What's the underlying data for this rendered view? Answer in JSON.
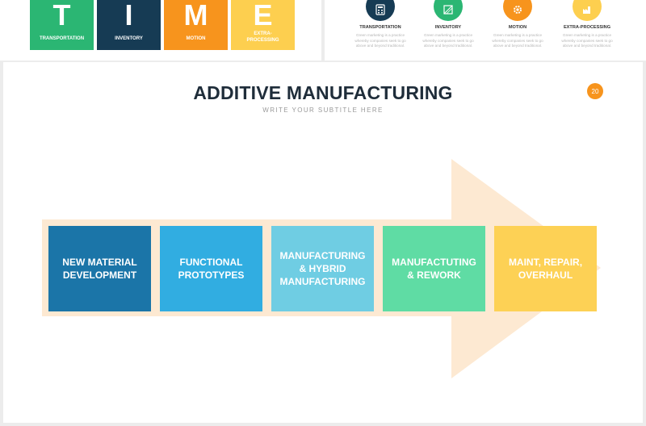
{
  "top_left": {
    "tiles": [
      {
        "letter": "T",
        "label": "TRANSPORTATION",
        "color": "#2bb673"
      },
      {
        "letter": "I",
        "label": "INVENTORY",
        "color": "#163b54"
      },
      {
        "letter": "M",
        "label": "MOTION",
        "color": "#f7941d"
      },
      {
        "letter": "E",
        "label": "EXTRA-\nPROCESSING",
        "color": "#fdcf4f"
      }
    ]
  },
  "top_right": {
    "features": [
      {
        "title": "TRANSPORTATION",
        "icon": "calculator-icon",
        "color": "#163b54",
        "desc": "Green marketing is a practice whereby companies seek to go above and beyond traditional."
      },
      {
        "title": "INVENTORY",
        "icon": "box-icon",
        "color": "#2bb673",
        "desc": "Green marketing is a practice whereby companies seek to go above and beyond traditional."
      },
      {
        "title": "MOTION",
        "icon": "gear-icon",
        "color": "#f7941d",
        "desc": "Green marketing is a practice whereby companies seek to go above and beyond traditional."
      },
      {
        "title": "EXTRA-PROCESSING",
        "icon": "factory-icon",
        "color": "#fdcf4f",
        "desc": "Green marketing is a practice whereby companies seek to go above and beyond traditional."
      }
    ]
  },
  "main": {
    "title": "ADDITIVE MANUFACTURING",
    "subtitle": "WRITE YOUR SUBTITLE HERE",
    "page_number": "20",
    "arrow_color": "#fde9d2",
    "steps": [
      {
        "label": "NEW MATERIAL\nDEVELOPMENT",
        "color": "#1b75a8"
      },
      {
        "label": "FUNCTIONAL\nPROTOTYPES",
        "color": "#31ade1"
      },
      {
        "label": "MANUFACTURING\n& HYBRID\nMANUFACTURING",
        "color": "#6fcde3"
      },
      {
        "label": "MANUFACTUTING\n& REWORK",
        "color": "#5fdca4"
      },
      {
        "label": "MAINT, REPAIR,\nOVERHAUL",
        "color": "#fdd155"
      }
    ]
  }
}
